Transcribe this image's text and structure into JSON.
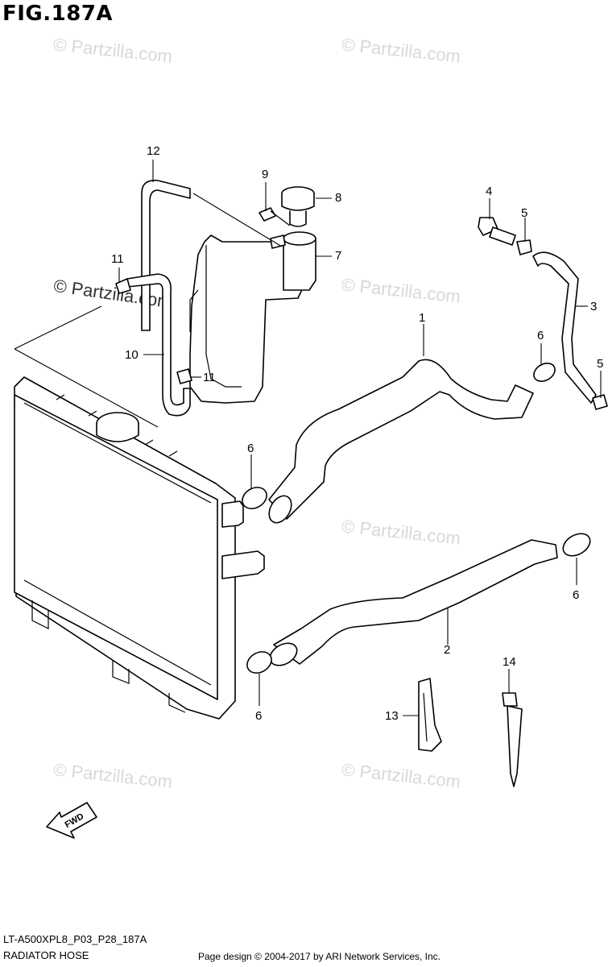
{
  "figure": {
    "title": "FIG.187A",
    "code": "LT-A500XPL8_P03_P28_187A",
    "name": "RADIATOR HOSE",
    "credit": "Page design © 2004-2017 by ARI Network Services, Inc.",
    "fwd_label": "FWD"
  },
  "watermark": {
    "text": "© Partzilla.com"
  },
  "callouts": [
    {
      "id": "c1",
      "label": "1"
    },
    {
      "id": "c2",
      "label": "2"
    },
    {
      "id": "c3",
      "label": "3"
    },
    {
      "id": "c4",
      "label": "4"
    },
    {
      "id": "c5a",
      "label": "5"
    },
    {
      "id": "c5b",
      "label": "5"
    },
    {
      "id": "c6a",
      "label": "6"
    },
    {
      "id": "c6b",
      "label": "6"
    },
    {
      "id": "c6c",
      "label": "6"
    },
    {
      "id": "c6d",
      "label": "6"
    },
    {
      "id": "c7",
      "label": "7"
    },
    {
      "id": "c8",
      "label": "8"
    },
    {
      "id": "c9",
      "label": "9"
    },
    {
      "id": "c10",
      "label": "10"
    },
    {
      "id": "c11a",
      "label": "11"
    },
    {
      "id": "c11b",
      "label": "11"
    },
    {
      "id": "c12",
      "label": "12"
    },
    {
      "id": "c13",
      "label": "13"
    },
    {
      "id": "c14",
      "label": "14"
    }
  ]
}
